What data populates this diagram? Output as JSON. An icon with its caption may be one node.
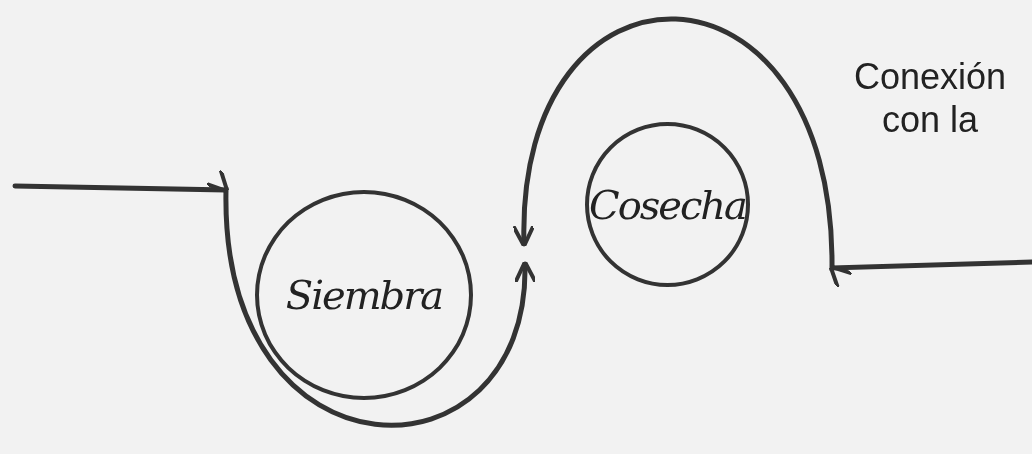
{
  "diagram": {
    "nodes": [
      {
        "text": [
          "Siembra"
        ]
      },
      {
        "text": [
          "Cosecha"
        ]
      }
    ],
    "edges": [
      {
        "from": null,
        "to": 0,
        "arrow": "to"
      },
      {
        "from": null,
        "to": 1,
        "arrow": "to"
      }
    ],
    "labels": [
      "Conexión con la"
    ]
  }
}
